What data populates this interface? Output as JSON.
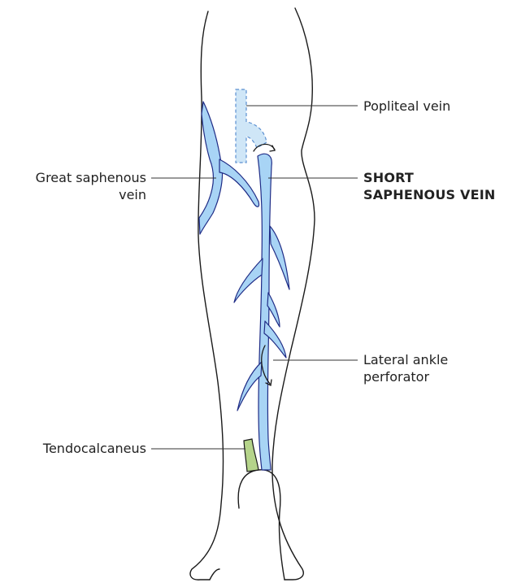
{
  "diagram": {
    "colors": {
      "outline": "#1a1a1a",
      "vein_fill": "#a8d4f5",
      "vein_stroke": "#1f2c86",
      "popliteal_fill": "#cfe6f7",
      "tendon_fill": "#b5d48a",
      "label_line": "#333333"
    },
    "labels": {
      "popliteal_vein": "Popliteal vein",
      "great_saphenous_line1": "Great saphenous",
      "great_saphenous_line2": "vein",
      "short_saphenous_line1": "SHORT",
      "short_saphenous_line2": "SAPHENOUS VEIN",
      "lateral_ankle_line1": "Lateral ankle",
      "lateral_ankle_line2": "perforator",
      "tendocalcaneus": "Tendocalcaneus"
    },
    "structures": [
      "leg-outline",
      "great-saphenous-vein",
      "popliteal-vein",
      "short-saphenous-vein",
      "lateral-ankle-perforator",
      "tendocalcaneus",
      "heel"
    ]
  }
}
